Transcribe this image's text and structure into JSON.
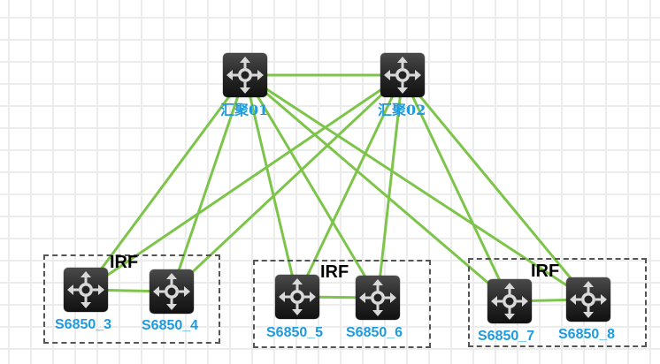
{
  "diagram": {
    "type": "network-topology",
    "link_color": "#7dc44a",
    "label_color": "#1e9bde",
    "nodes": [
      {
        "id": "core1",
        "label": "汇聚01",
        "role": "core"
      },
      {
        "id": "core2",
        "label": "汇聚02",
        "role": "core"
      },
      {
        "id": "s3",
        "label": "S6850_3",
        "role": "access"
      },
      {
        "id": "s4",
        "label": "S6850_4",
        "role": "access"
      },
      {
        "id": "s5",
        "label": "S6850_5",
        "role": "access"
      },
      {
        "id": "s6",
        "label": "S6850_6",
        "role": "access"
      },
      {
        "id": "s7",
        "label": "S6850_7",
        "role": "access"
      },
      {
        "id": "s8",
        "label": "S6850_8",
        "role": "access"
      }
    ],
    "groups": [
      {
        "id": "irf1",
        "label": "IRF",
        "members": [
          "s3",
          "s4"
        ]
      },
      {
        "id": "irf2",
        "label": "IRF",
        "members": [
          "s5",
          "s6"
        ]
      },
      {
        "id": "irf3",
        "label": "IRF",
        "members": [
          "s7",
          "s8"
        ]
      }
    ],
    "links": [
      [
        "core1",
        "core2"
      ],
      [
        "core1",
        "s3"
      ],
      [
        "core1",
        "s4"
      ],
      [
        "core1",
        "s5"
      ],
      [
        "core1",
        "s6"
      ],
      [
        "core1",
        "s7"
      ],
      [
        "core1",
        "s8"
      ],
      [
        "core2",
        "s3"
      ],
      [
        "core2",
        "s4"
      ],
      [
        "core2",
        "s5"
      ],
      [
        "core2",
        "s6"
      ],
      [
        "core2",
        "s7"
      ],
      [
        "core2",
        "s8"
      ],
      [
        "s3",
        "s4"
      ],
      [
        "s5",
        "s6"
      ],
      [
        "s7",
        "s8"
      ]
    ]
  }
}
